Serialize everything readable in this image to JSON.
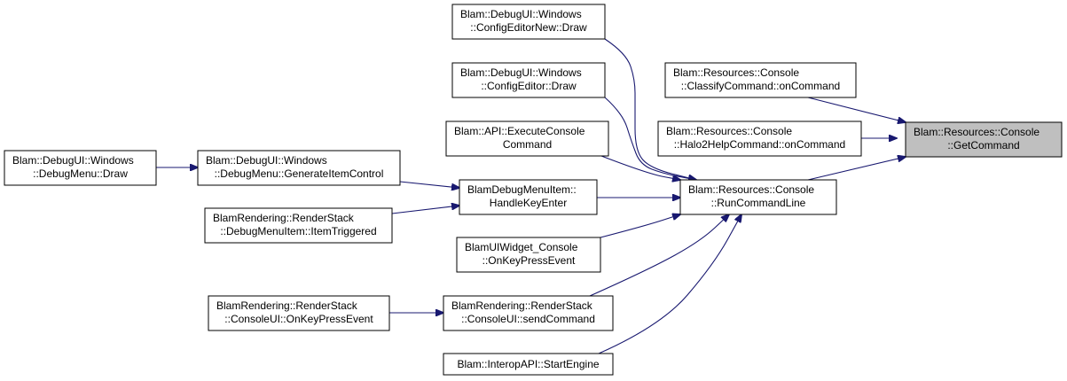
{
  "colors": {
    "edge": "#191970",
    "highlight_fill": "#bfbfbf",
    "node_fill": "#ffffff",
    "node_border": "#000000"
  },
  "nodes": [
    {
      "id": "get_command",
      "line1": "Blam::Resources::Console",
      "line2": "::GetCommand",
      "highlight": true
    },
    {
      "id": "classify_oncommand",
      "line1": "Blam::Resources::Console",
      "line2": "::ClassifyCommand::onCommand"
    },
    {
      "id": "halo2help_oncommand",
      "line1": "Blam::Resources::Console",
      "line2": "::Halo2HelpCommand::onCommand"
    },
    {
      "id": "run_command_line",
      "line1": "Blam::Resources::Console",
      "line2": "::RunCommandLine"
    },
    {
      "id": "config_editor_new_draw",
      "line1": "Blam::DebugUI::Windows",
      "line2": "::ConfigEditorNew::Draw"
    },
    {
      "id": "config_editor_draw",
      "line1": "Blam::DebugUI::Windows",
      "line2": "::ConfigEditor::Draw"
    },
    {
      "id": "api_execute_console_command",
      "line1": "Blam::API::ExecuteConsole",
      "line2": "Command"
    },
    {
      "id": "handle_key_enter",
      "line1": "BlamDebugMenuItem::",
      "line2": "HandleKeyEnter"
    },
    {
      "id": "widget_console_onkeypress",
      "line1": "BlamUIWidget_Console",
      "line2": "::OnKeyPressEvent"
    },
    {
      "id": "consoleui_send_command",
      "line1": "BlamRendering::RenderStack",
      "line2": "::ConsoleUI::sendCommand"
    },
    {
      "id": "interop_start_engine",
      "line1": "Blam::InteropAPI::StartEngine",
      "line2": ""
    },
    {
      "id": "generate_item_control",
      "line1": "Blam::DebugUI::Windows",
      "line2": "::DebugMenu::GenerateItemControl"
    },
    {
      "id": "menu_item_triggered",
      "line1": "BlamRendering::RenderStack",
      "line2": "::DebugMenuItem::ItemTriggered"
    },
    {
      "id": "debug_menu_draw",
      "line1": "Blam::DebugUI::Windows",
      "line2": "::DebugMenu::Draw"
    },
    {
      "id": "consoleui_onkeypress",
      "line1": "BlamRendering::RenderStack",
      "line2": "::ConsoleUI::OnKeyPressEvent"
    }
  ],
  "edges": [
    {
      "from": "classify_oncommand",
      "to": "get_command"
    },
    {
      "from": "halo2help_oncommand",
      "to": "get_command"
    },
    {
      "from": "run_command_line",
      "to": "get_command"
    },
    {
      "from": "config_editor_new_draw",
      "to": "run_command_line"
    },
    {
      "from": "config_editor_draw",
      "to": "run_command_line"
    },
    {
      "from": "api_execute_console_command",
      "to": "run_command_line"
    },
    {
      "from": "handle_key_enter",
      "to": "run_command_line"
    },
    {
      "from": "widget_console_onkeypress",
      "to": "run_command_line"
    },
    {
      "from": "consoleui_send_command",
      "to": "run_command_line"
    },
    {
      "from": "interop_start_engine",
      "to": "run_command_line"
    },
    {
      "from": "generate_item_control",
      "to": "handle_key_enter"
    },
    {
      "from": "menu_item_triggered",
      "to": "handle_key_enter"
    },
    {
      "from": "debug_menu_draw",
      "to": "generate_item_control"
    },
    {
      "from": "consoleui_onkeypress",
      "to": "consoleui_send_command"
    }
  ]
}
